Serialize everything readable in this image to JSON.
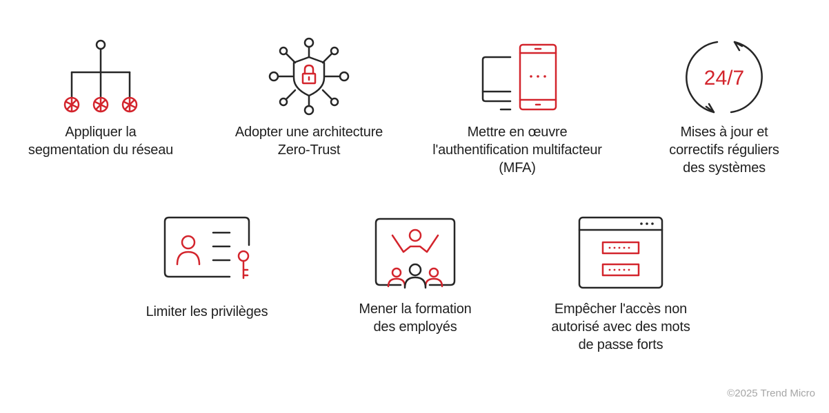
{
  "items": [
    {
      "id": "network-segmentation",
      "icon": "network-hierarchy-icon",
      "lines": [
        "Appliquer la",
        "segmentation du réseau"
      ]
    },
    {
      "id": "zero-trust",
      "icon": "shield-lock-network-icon",
      "lines": [
        "Adopter une architecture",
        "Zero-Trust"
      ]
    },
    {
      "id": "mfa",
      "icon": "computer-phone-icon",
      "lines": [
        "Mettre en œuvre",
        "l'authentification multifacteur",
        "(MFA)"
      ]
    },
    {
      "id": "updates",
      "icon": "refresh-24-7-icon",
      "icon_text": "24/7",
      "lines": [
        "Mises à jour et",
        "correctifs réguliers",
        "des systèmes"
      ]
    },
    {
      "id": "privileges",
      "icon": "id-card-key-icon",
      "lines": [
        "Limiter les privilèges"
      ]
    },
    {
      "id": "training",
      "icon": "group-training-icon",
      "lines": [
        "Mener la formation",
        "des employés"
      ]
    },
    {
      "id": "passwords",
      "icon": "password-window-icon",
      "lines": [
        "Empêcher l'accès non",
        "autorisé avec des mots",
        "de passe forts"
      ]
    }
  ],
  "copyright": "©2025 Trend Micro",
  "colors": {
    "accent": "#d3242c",
    "ink": "#262626",
    "muted": "#a6a6a6"
  }
}
